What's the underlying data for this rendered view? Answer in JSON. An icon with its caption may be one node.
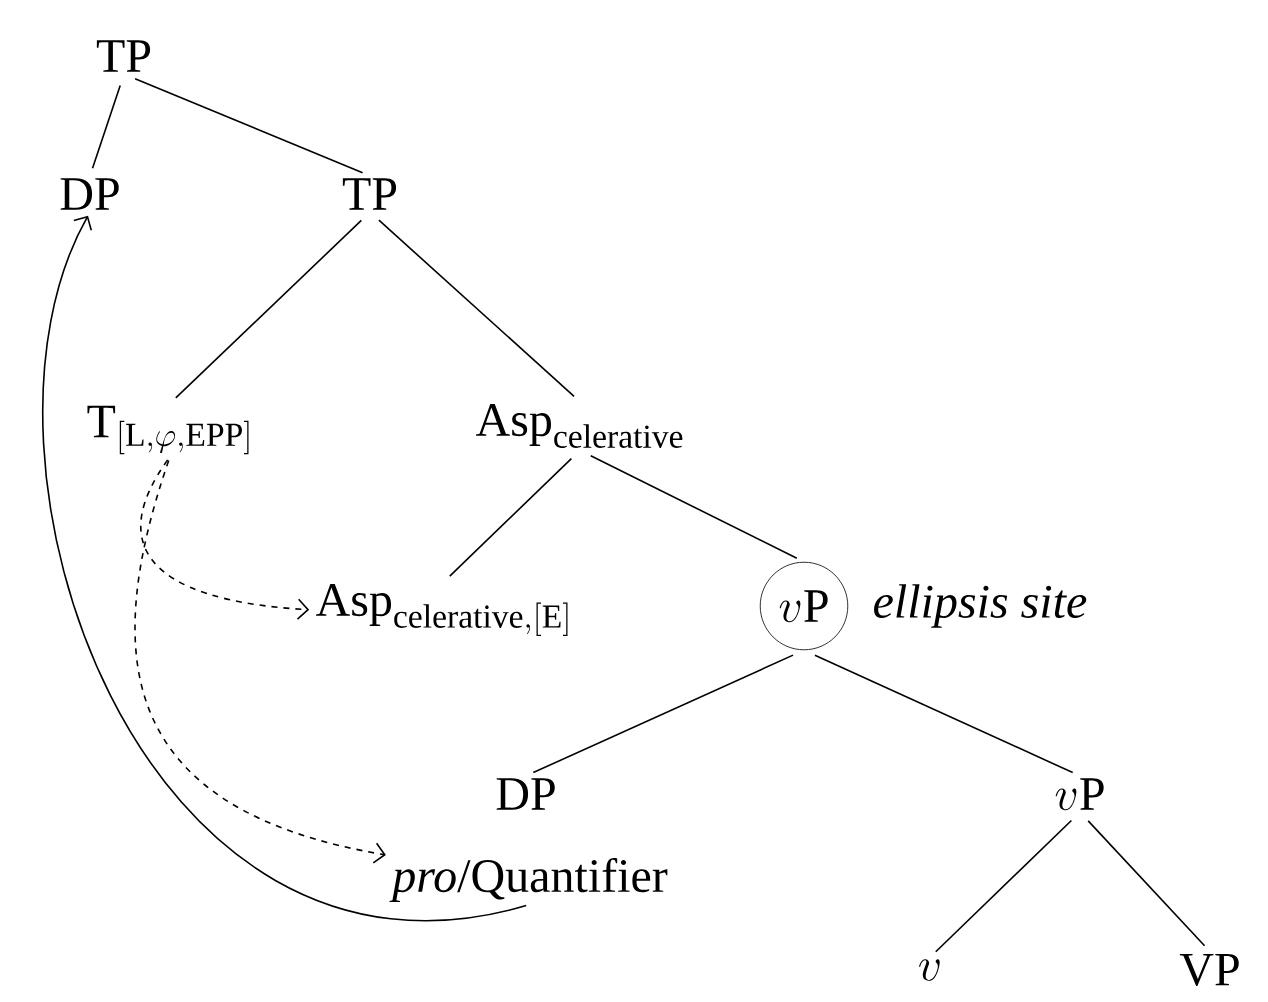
{
  "diagram": {
    "nodes": [
      {
        "text": [
          "TP"
        ]
      },
      {
        "text": [
          "DP"
        ]
      },
      {
        "text": [
          "TP"
        ]
      },
      {
        "text": [
          "\\mathrm{T}_{[\\mathrm{L},\\varphi,\\mathrm{EPP}]}"
        ]
      },
      {
        "text": [
          "\\mathrm{Asp}_{\\mathrm{celerative}}"
        ]
      },
      {
        "text": [
          "\\mathrm{Asp}_{\\mathrm{celerative,[E]}}"
        ]
      },
      {
        "text": [
          "v\\mathrm{P}"
        ],
        "beside": [
          "ellipsis site"
        ]
      },
      {
        "text": [
          "DP"
        ]
      },
      {
        "text": [
          "*pro*/Quantifier"
        ]
      },
      {
        "text": [
          "v\\mathrm{P}"
        ]
      },
      {
        "text": [
          "v"
        ]
      },
      {
        "text": [
          "VP"
        ]
      }
    ],
    "edges": [
      {
        "from": 0,
        "to": 1,
        "arrow": "none"
      },
      {
        "from": 0,
        "to": 2,
        "arrow": "none"
      },
      {
        "from": 2,
        "to": 3,
        "arrow": "none"
      },
      {
        "from": 2,
        "to": 4,
        "arrow": "none"
      },
      {
        "from": 4,
        "to": 5,
        "arrow": "none"
      },
      {
        "from": 4,
        "to": 6,
        "arrow": "none"
      },
      {
        "from": 6,
        "to": 7,
        "arrow": "none"
      },
      {
        "from": 6,
        "to": 9,
        "arrow": "none"
      },
      {
        "from": 9,
        "to": 10,
        "arrow": "none"
      },
      {
        "from": 9,
        "to": 11,
        "arrow": "none"
      },
      {
        "from": 8,
        "to": 1,
        "arrow": "to"
      },
      {
        "from": 3,
        "to": 5,
        "arrow": "to",
        "style": "dashed"
      },
      {
        "from": 3,
        "to": 8,
        "arrow": "to",
        "style": "dashed"
      }
    ]
  }
}
